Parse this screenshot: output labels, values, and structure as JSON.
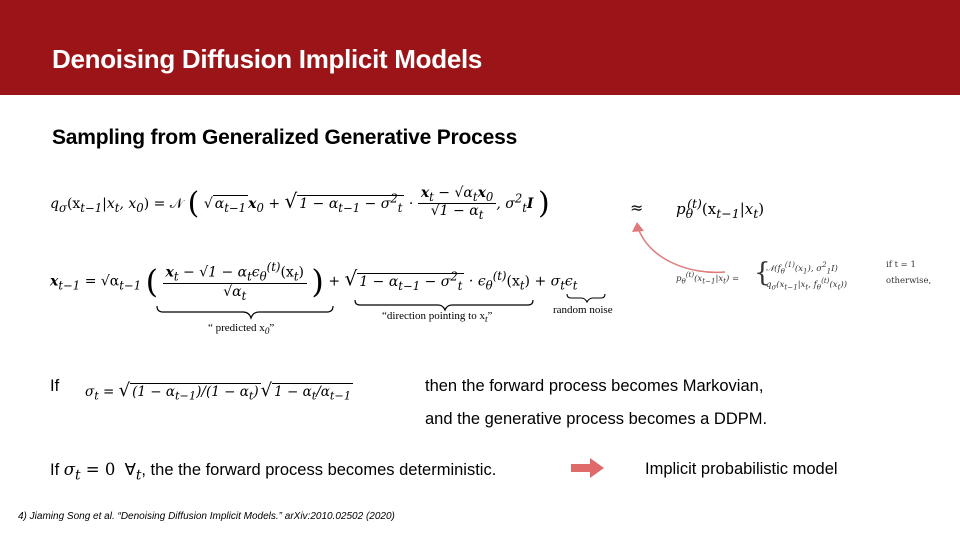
{
  "header": {
    "title": "Denoising Diffusion Implicit Models",
    "banner_color": "#9a1418"
  },
  "section": {
    "subtitle": "Sampling from Generalized Generative Process"
  },
  "eq1": {
    "lhs": "q",
    "lhs_sub": "σ",
    "lhs_args": "(x",
    "lhs_args_sub": "t−1",
    "lhs_cond": "|x",
    "lhs_cond_sub": "t",
    "lhs_rest": ", x",
    "lhs_rest_sub": "0",
    "lhs_close": ") = 𝒩",
    "term1": "α",
    "term1_sub": "t−1",
    "term1_tail": "x",
    "term1_tail_sub": "0",
    "plus": "+",
    "sqrt2": "1 − α",
    "sqrt2_sub": "t−1",
    "sqrt2_tail": " − σ",
    "sqrt2_sup": "2",
    "sqrt2_tail_sub": "t",
    "dot": "·",
    "frac_num": "x",
    "frac_num_sub": "t",
    "frac_num_tail": " − √α",
    "frac_num_tail_sub": "t",
    "frac_num_x0": "x",
    "frac_num_x0_sub": "0",
    "frac_den": "√1 − α",
    "frac_den_sub": "t",
    "cov": ", σ",
    "cov_sup": "2",
    "cov_sub": "t",
    "cov_i": "I",
    "approx": "≈",
    "rhs": "p",
    "rhs_sub": "θ",
    "rhs_sup": "(t)",
    "rhs_args": "(x",
    "rhs_args_sub": "t−1",
    "rhs_cond": "|x",
    "rhs_cond_sub": "t",
    "rhs_close": ")"
  },
  "eq2": {
    "lhs": "x",
    "lhs_sub": "t−1",
    "eq": "= √α",
    "eq_sub": "t−1",
    "num": "x",
    "num_sub": "t",
    "num_tail": " − √1 − α",
    "num_tail_sub": "t",
    "num_eps": "ϵ",
    "num_eps_sub": "θ",
    "num_eps_sup": "(t)",
    "num_eps_args": "(x",
    "num_eps_args_sub": "t",
    "num_eps_close": ")",
    "den": "√α",
    "den_sub": "t",
    "plus1": "+",
    "sqrt": "1 − α",
    "sqrt_sub": "t−1",
    "sqrt_tail": " − σ",
    "sqrt_sup": "2",
    "sqrt_tail_sub": "t",
    "dot": " · ϵ",
    "dot_sub": "θ",
    "dot_sup": "(t)",
    "dot_args": "(x",
    "dot_args_sub": "t",
    "dot_close": ")",
    "plus2": "+",
    "noise": "σ",
    "noise_sub": "t",
    "noise_eps": "ϵ",
    "noise_eps_sub": "t",
    "label_predicted": "“ predicted x",
    "label_predicted_sub": "0",
    "label_predicted_close": "”",
    "label_direction": "“direction pointing to x",
    "label_direction_sub": "t",
    "label_direction_close": "”",
    "label_noise": "random noise"
  },
  "inset": {
    "lhs": "p",
    "lhs_sub": "θ",
    "lhs_sup": "(t)",
    "lhs_args": "(x",
    "lhs_args_sub": "t−1",
    "lhs_cond": "|x",
    "lhs_cond_sub": "t",
    "lhs_close": ") =",
    "case1": "𝒩(f",
    "case1_sub": "θ",
    "case1_sup": "(1)",
    "case1_args": "(x",
    "case1_args_sub": "1",
    "case1_tail": "), σ",
    "case1_tail_sup": "2",
    "case1_tail_sub": "1",
    "case1_i": "I)",
    "case1_cond": "if t = 1",
    "case2": "q",
    "case2_sub": "σ",
    "case2_args": "(x",
    "case2_args_sub": "t−1",
    "case2_cond": "|x",
    "case2_cond_sub": "t",
    "case2_tail": ", f",
    "case2_tail_sub": "θ",
    "case2_tail_sup": "(t)",
    "case2_tail_args": "(x",
    "case2_tail_args_sub": "t",
    "case2_close": "))",
    "case2_otherwise": "otherwise,",
    "arrow_color": "#e07a7a"
  },
  "markov": {
    "if_label": "If",
    "sigma": "σ",
    "sigma_sub": "t",
    "eq": "=",
    "expr_a": "(1 − α",
    "expr_a_sub": "t−1",
    "expr_b": ")/(1 − α",
    "expr_b_sub": "t",
    "expr_c": ")",
    "expr_d": "1 − α",
    "expr_d_sub": "t",
    "expr_e": "/α",
    "expr_e_sub": "t−1",
    "line1": "then the forward process becomes Markovian,",
    "line2": "and the generative process becomes a DDPM."
  },
  "deterministic": {
    "if_label": "If",
    "sigma": "σ",
    "sigma_sub": "t",
    "eq_zero": " = 0",
    "forall": "∀",
    "forall_sub": "t",
    "text": ", the the forward process becomes deterministic.",
    "arrow_color": "#e06a6a",
    "result": "Implicit probabilistic model"
  },
  "footnote": {
    "text": "4) Jiaming Song et al. “Denoising Diffusion Implicit Models.” arXiv:2010.02502 (2020)"
  }
}
